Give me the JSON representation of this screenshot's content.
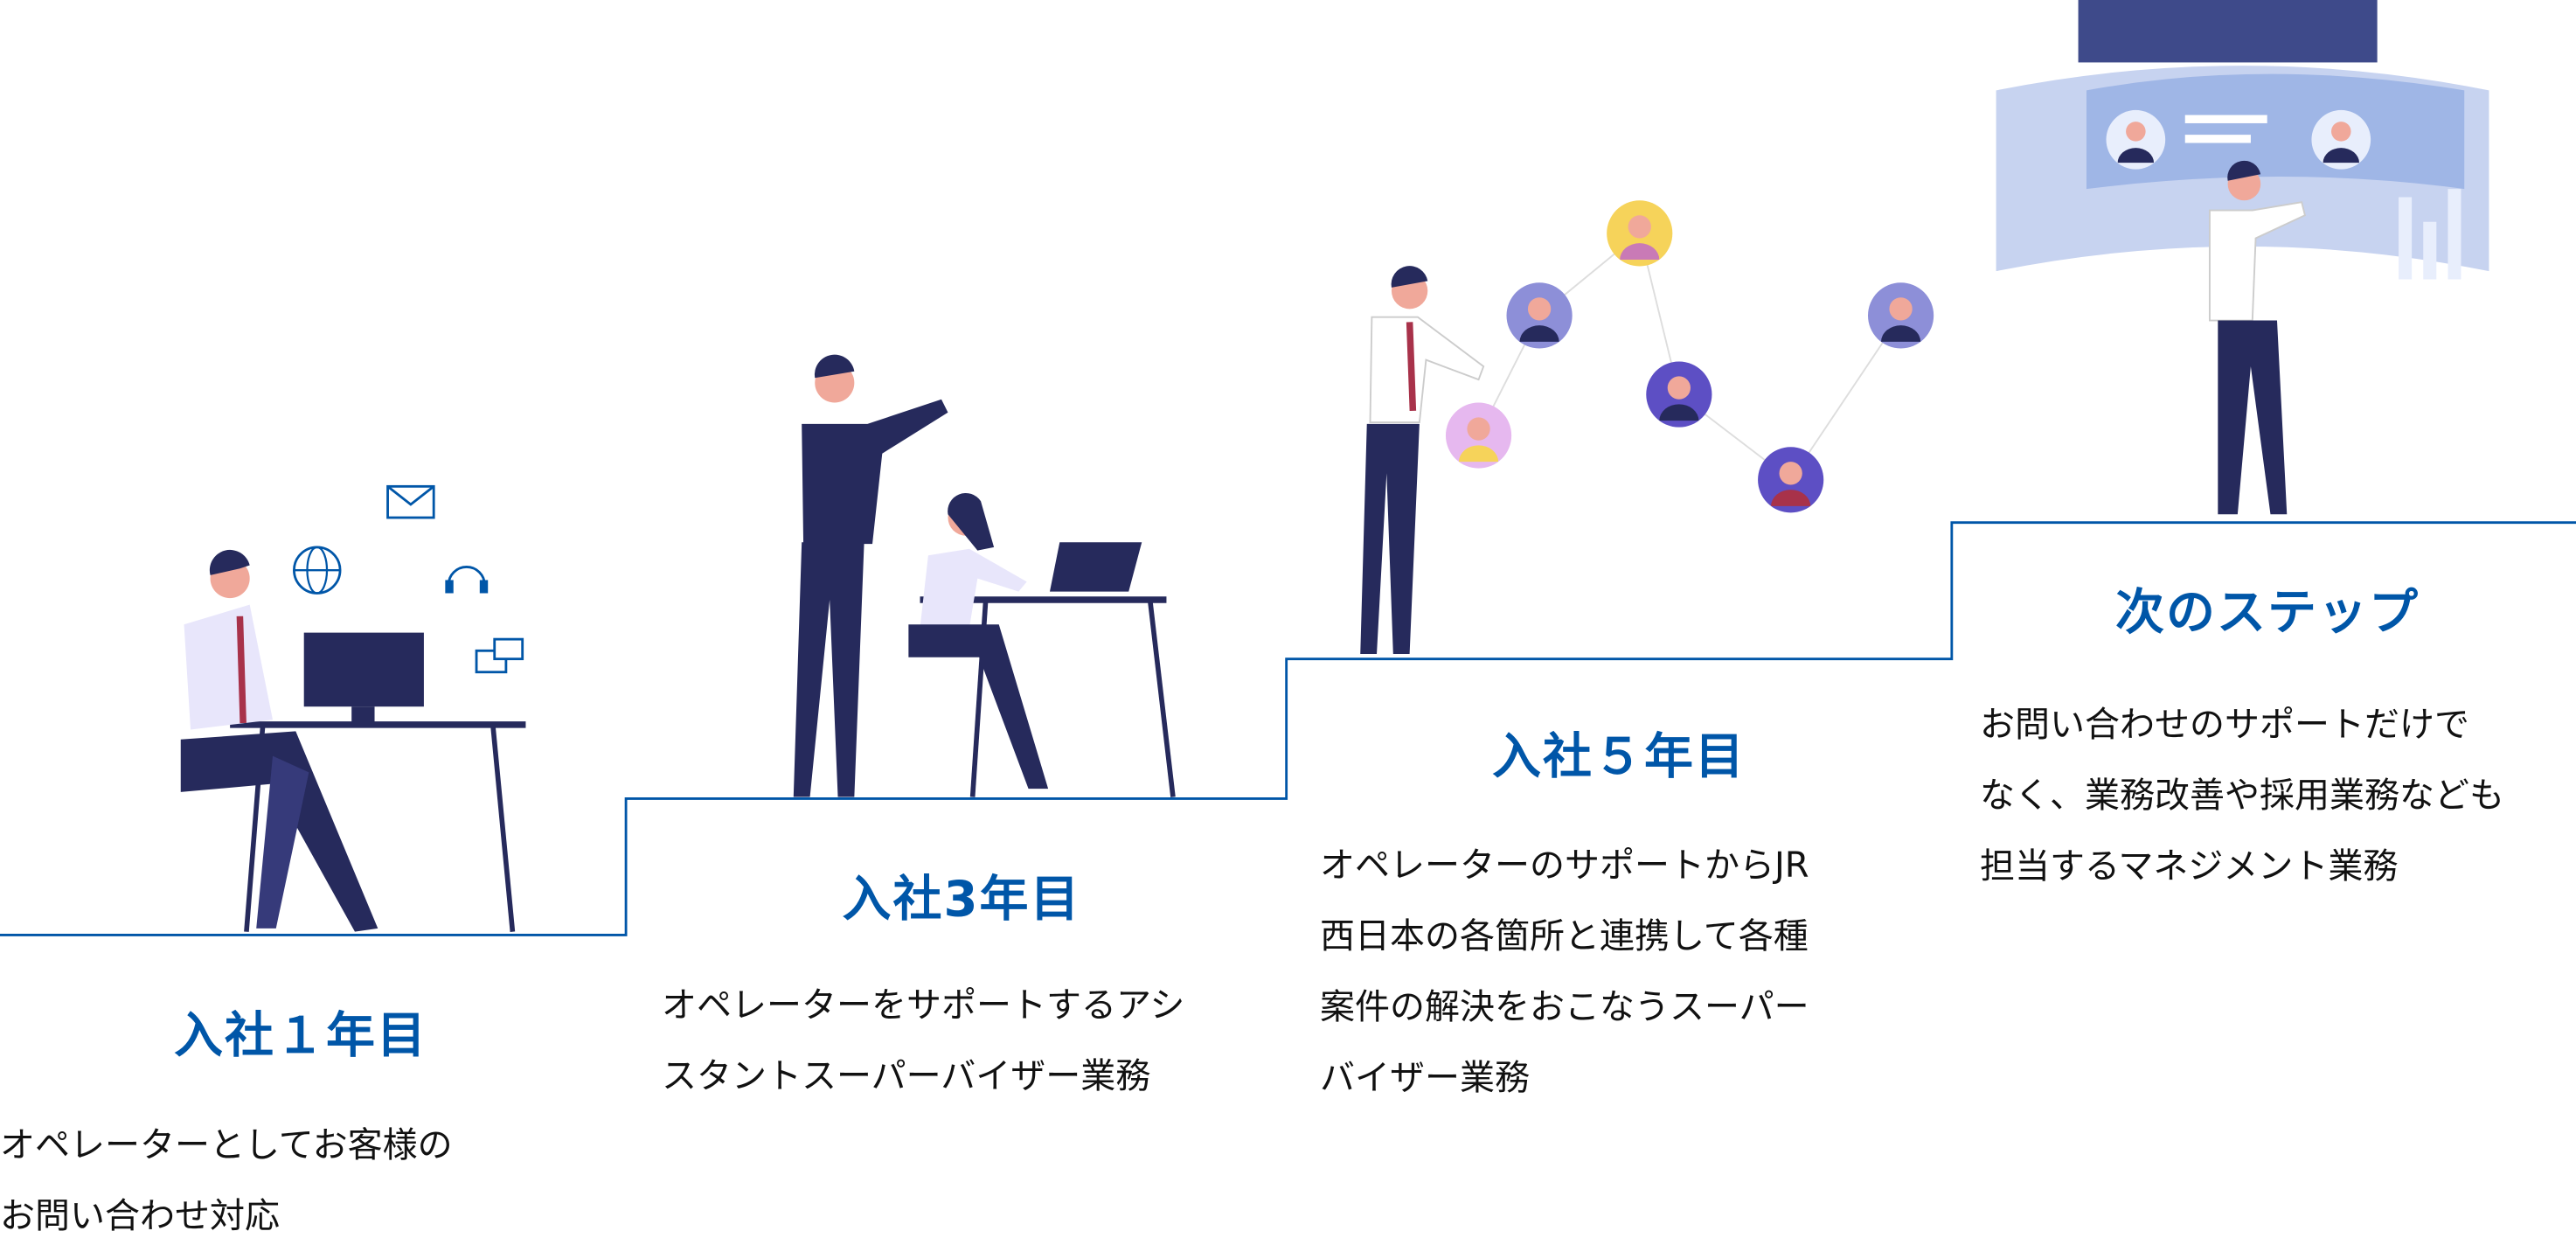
{
  "colors": {
    "accent": "#0056a8",
    "navy": "#262a5c",
    "stair_line": "#0056a8"
  },
  "steps": [
    {
      "title": "入社１年目",
      "lines": [
        "オペレーターとしてお客様の",
        "お問い合わせ対応"
      ]
    },
    {
      "title": "入社3年目",
      "lines": [
        "オペレーターをサポートするアシ",
        "スタントスーパーバイザー業務"
      ]
    },
    {
      "title": "入社５年目",
      "lines": [
        "オペレーターのサポートからJR",
        "西日本の各箇所と連携して各種",
        "案件の解決をおこなうスーパー",
        "バイザー業務"
      ]
    },
    {
      "title": "次のステップ",
      "lines": [
        "お問い合わせのサポートだけで",
        "なく、業務改善や採用業務なども",
        "担当するマネジメント業務"
      ]
    }
  ]
}
